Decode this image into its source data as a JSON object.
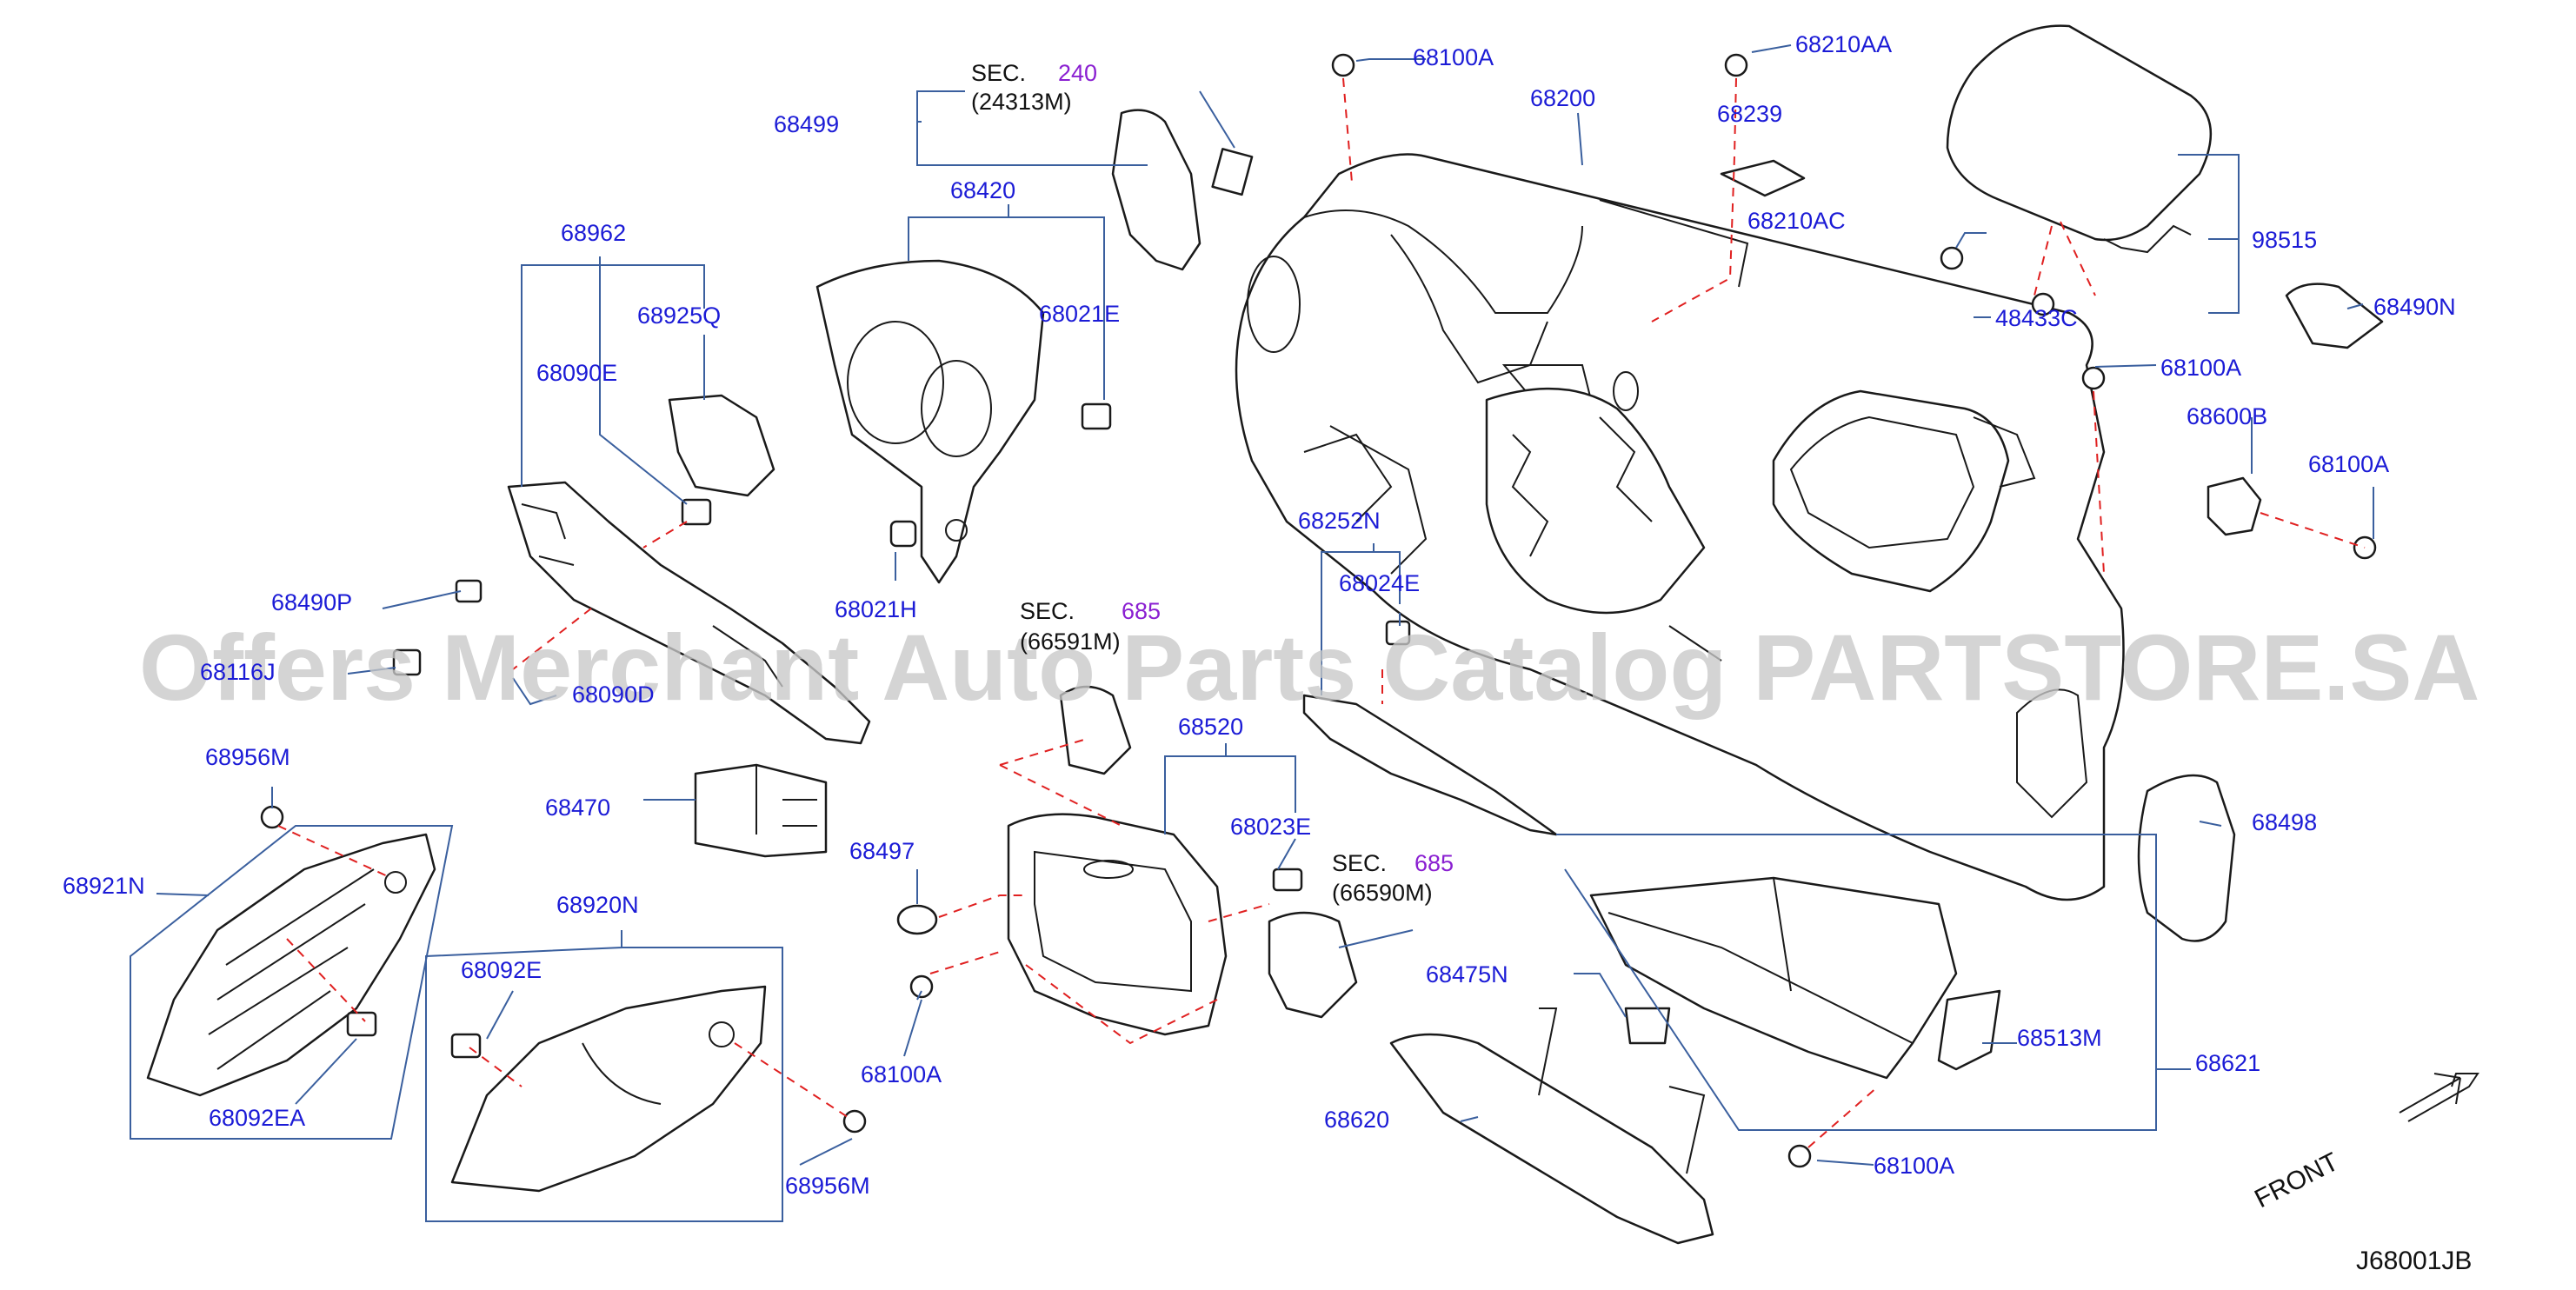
{
  "watermark": "Offers Merchant Auto Parts Catalog PARTSTORE.SA",
  "diagram_code": "J68001JB",
  "front_label": "FRONT",
  "section_refs": [
    {
      "prefix": "SEC.",
      "number": "240",
      "code": "(24313M)"
    },
    {
      "prefix": "SEC.",
      "number": "685",
      "code": "(66591M)"
    },
    {
      "prefix": "SEC.",
      "number": "685",
      "code": "(66590M)"
    }
  ],
  "part_labels": [
    "68100A",
    "68210AA",
    "68200",
    "68239",
    "68210AC",
    "48433C",
    "98515",
    "68490N",
    "68100A",
    "68600B",
    "68100A",
    "68499",
    "68420",
    "68021E",
    "68962",
    "68925Q",
    "68090E",
    "68021H",
    "68490P",
    "68116J",
    "68090D",
    "68252N",
    "68024E",
    "68520",
    "68023E",
    "68956M",
    "68921N",
    "68470",
    "68497",
    "68100A",
    "68920N",
    "68092E",
    "68092EA",
    "68956M",
    "68475N",
    "68620",
    "68513M",
    "68621",
    "68100A",
    "68498"
  ],
  "colors": {
    "label": "#1b1bd6",
    "section_number": "#8a1fd1",
    "leader": "#3a5f9e",
    "dashed": "#e02020",
    "outline": "#1a1a1a"
  }
}
